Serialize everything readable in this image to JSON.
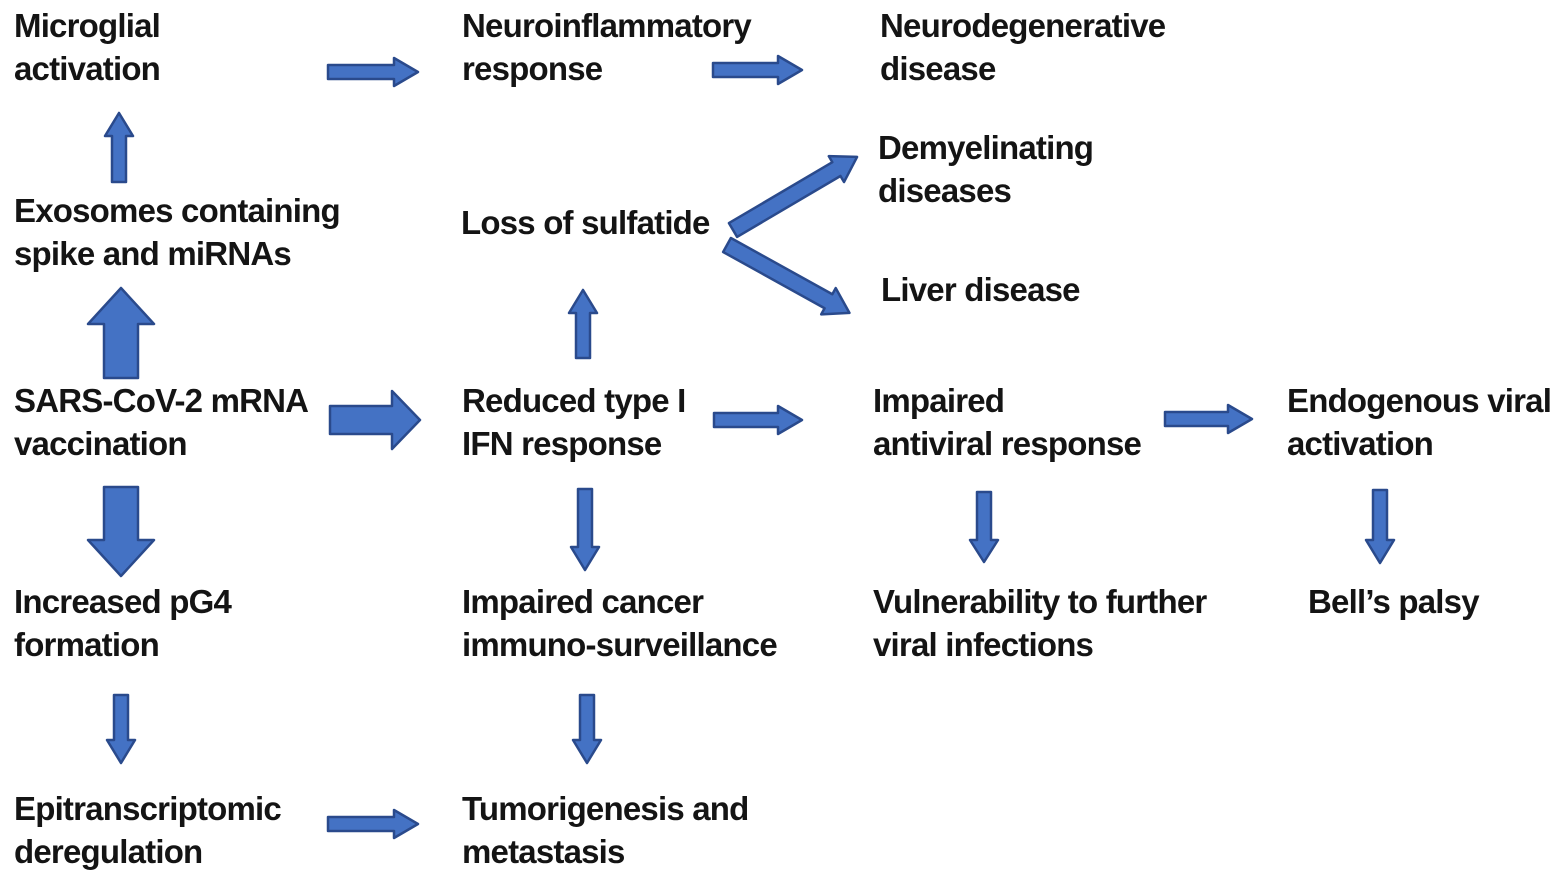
{
  "diagram": {
    "colors": {
      "arrow_fill": "#4472c4",
      "arrow_stroke": "#2a4a8c",
      "text": "#141414",
      "background": "#ffffff"
    },
    "nodes": {
      "microglial_activation": {
        "label": "Microglial\nactivation"
      },
      "neuroinflammatory_response": {
        "label": "Neuroinflammatory\nresponse"
      },
      "neurodegenerative_disease": {
        "label": "Neurodegenerative\ndisease"
      },
      "exosomes": {
        "label": "Exosomes containing\nspike and miRNAs"
      },
      "demyelinating_diseases": {
        "label": "Demyelinating\ndiseases"
      },
      "loss_of_sulfatide": {
        "label": "Loss of sulfatide"
      },
      "liver_disease": {
        "label": "Liver disease"
      },
      "sars_vaccination": {
        "label": "SARS-CoV-2 mRNA\nvaccination"
      },
      "reduced_ifn": {
        "label": "Reduced type I\nIFN response"
      },
      "impaired_antiviral": {
        "label": "Impaired\nantiviral response"
      },
      "endogenous_viral": {
        "label": "Endogenous viral\nactivation"
      },
      "increased_pg4": {
        "label": "Increased pG4\nformation"
      },
      "impaired_cancer": {
        "label": "Impaired cancer\nimmuno-surveillance"
      },
      "vulnerability": {
        "label": "Vulnerability to further\nviral infections"
      },
      "bells_palsy": {
        "label": "Bell’s palsy"
      },
      "epitranscriptomic": {
        "label": "Epitranscriptomic\nderegulation"
      },
      "tumorigenesis": {
        "label": "Tumorigenesis and\nmetastasis"
      }
    },
    "edges": [
      {
        "from": "exosomes",
        "to": "microglial_activation",
        "direction": "up",
        "weight": "thin"
      },
      {
        "from": "microglial_activation",
        "to": "neuroinflammatory_response",
        "direction": "right",
        "weight": "thin"
      },
      {
        "from": "neuroinflammatory_response",
        "to": "neurodegenerative_disease",
        "direction": "right",
        "weight": "thin"
      },
      {
        "from": "sars_vaccination",
        "to": "exosomes",
        "direction": "up",
        "weight": "thick"
      },
      {
        "from": "sars_vaccination",
        "to": "reduced_ifn",
        "direction": "right",
        "weight": "thick"
      },
      {
        "from": "sars_vaccination",
        "to": "increased_pg4",
        "direction": "down",
        "weight": "thick"
      },
      {
        "from": "reduced_ifn",
        "to": "loss_of_sulfatide",
        "direction": "up",
        "weight": "thin"
      },
      {
        "from": "loss_of_sulfatide",
        "to": "demyelinating_diseases",
        "direction": "up-right",
        "weight": "thin"
      },
      {
        "from": "loss_of_sulfatide",
        "to": "liver_disease",
        "direction": "down-right",
        "weight": "thin"
      },
      {
        "from": "reduced_ifn",
        "to": "impaired_antiviral",
        "direction": "right",
        "weight": "thin"
      },
      {
        "from": "impaired_antiviral",
        "to": "endogenous_viral",
        "direction": "right",
        "weight": "thin"
      },
      {
        "from": "reduced_ifn",
        "to": "impaired_cancer",
        "direction": "down",
        "weight": "thin"
      },
      {
        "from": "impaired_antiviral",
        "to": "vulnerability",
        "direction": "down",
        "weight": "thin"
      },
      {
        "from": "endogenous_viral",
        "to": "bells_palsy",
        "direction": "down",
        "weight": "thin"
      },
      {
        "from": "increased_pg4",
        "to": "epitranscriptomic",
        "direction": "down",
        "weight": "thin"
      },
      {
        "from": "impaired_cancer",
        "to": "tumorigenesis",
        "direction": "down",
        "weight": "thin"
      },
      {
        "from": "epitranscriptomic",
        "to": "tumorigenesis",
        "direction": "right",
        "weight": "thin"
      }
    ]
  }
}
